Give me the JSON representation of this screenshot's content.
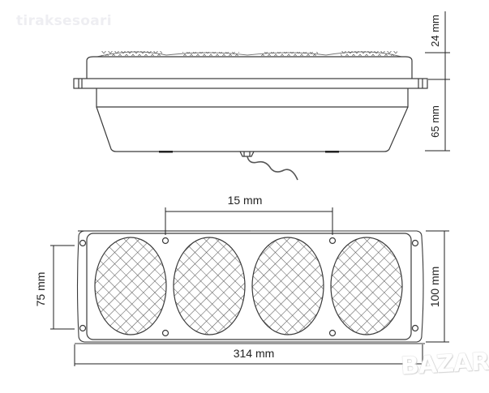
{
  "watermarks": {
    "top_left": "tiraksesoari",
    "bottom_right": "BAZAR"
  },
  "side_view": {
    "dimensions": {
      "lens_height": "24 mm",
      "body_depth": "65 mm"
    }
  },
  "front_view": {
    "dimensions": {
      "hole_spacing": "15 mm",
      "mount_hole_vertical": "75 mm",
      "total_height": "100 mm",
      "total_width": "314 mm"
    },
    "lens_count": 4
  },
  "colors": {
    "line": "#3a3a3a",
    "mesh": "#555555",
    "background": "#ffffff"
  }
}
